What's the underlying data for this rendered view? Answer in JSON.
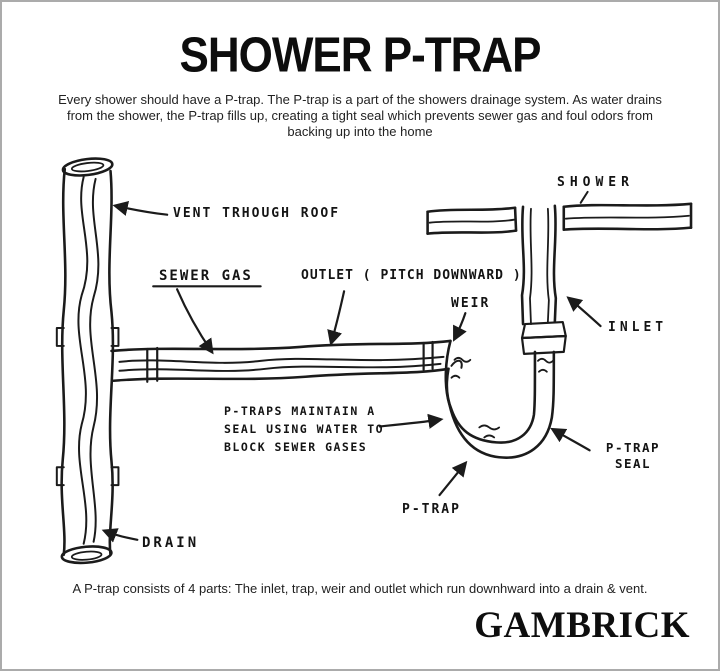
{
  "header": {
    "title": "SHOWER P-TRAP",
    "intro": "Every shower should have a P-trap. The P-trap is a part of the showers drainage system. As water drains from the shower, the P-trap fills up, creating a tight seal which prevents sewer gas and foul odors from backing up into the home"
  },
  "diagram": {
    "labels": {
      "vent": "VENT TRHOUGH ROOF",
      "sewer_gas": "SEWER GAS",
      "outlet": "OUTLET ( PITCH DOWNWARD )",
      "weir": "WEIR",
      "shower": "SHOWER",
      "inlet": "INLET",
      "seal_note_lines": [
        "P-TRAPS MAINTAIN A",
        "SEAL USING WATER TO",
        "BLOCK SEWER GASES"
      ],
      "p_trap": "P-TRAP",
      "p_trap_seal_lines": [
        "P-TRAP",
        "SEAL"
      ],
      "drain": "DRAIN"
    },
    "ink_color": "#1b1b1b",
    "background_color": "#ffffff",
    "border_color": "#ababab"
  },
  "footer": {
    "note": "A P-trap consists of 4 parts: The inlet, trap, weir and outlet which run downhward into a drain & vent.",
    "brand": "GAMBRICK"
  }
}
